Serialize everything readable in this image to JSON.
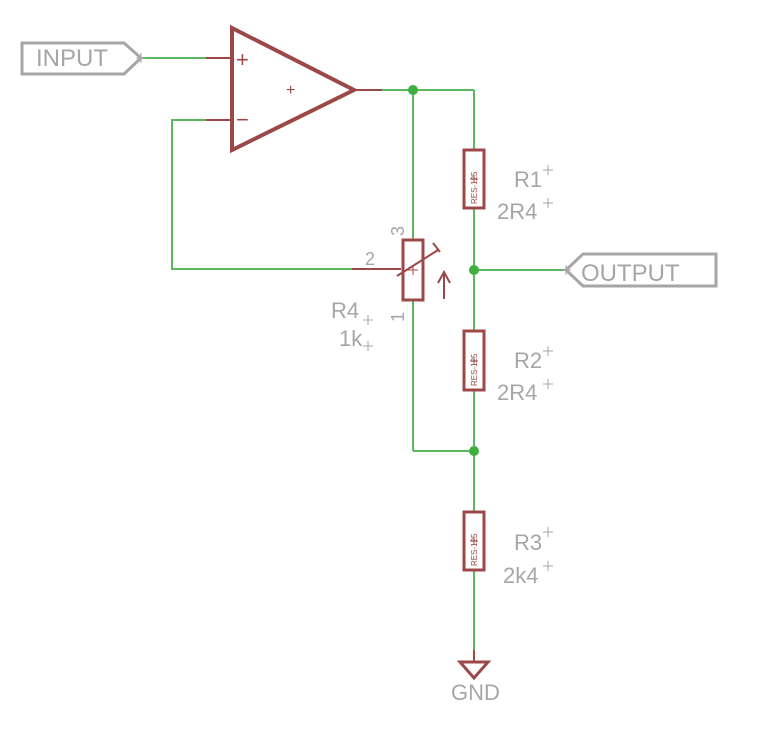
{
  "colors": {
    "wire": "#5cb85c",
    "junction": "#3fb03f",
    "component": "#9c4848",
    "label": "#a6a6a6"
  },
  "ports": {
    "input": "INPUT",
    "output": "OUTPUT",
    "ground": "GND"
  },
  "opamp": {
    "plus_pin": "+",
    "minus_pin": "−",
    "origin": "+"
  },
  "resistors": [
    {
      "ref": "R1",
      "value": "2R4",
      "package": "RES-125"
    },
    {
      "ref": "R2",
      "value": "2R4",
      "package": "RES-125"
    },
    {
      "ref": "R3",
      "value": "2k4",
      "package": "RES-125"
    }
  ],
  "potentiometer": {
    "ref": "R4",
    "value": "1k",
    "pins": [
      "1",
      "2",
      "3"
    ]
  }
}
